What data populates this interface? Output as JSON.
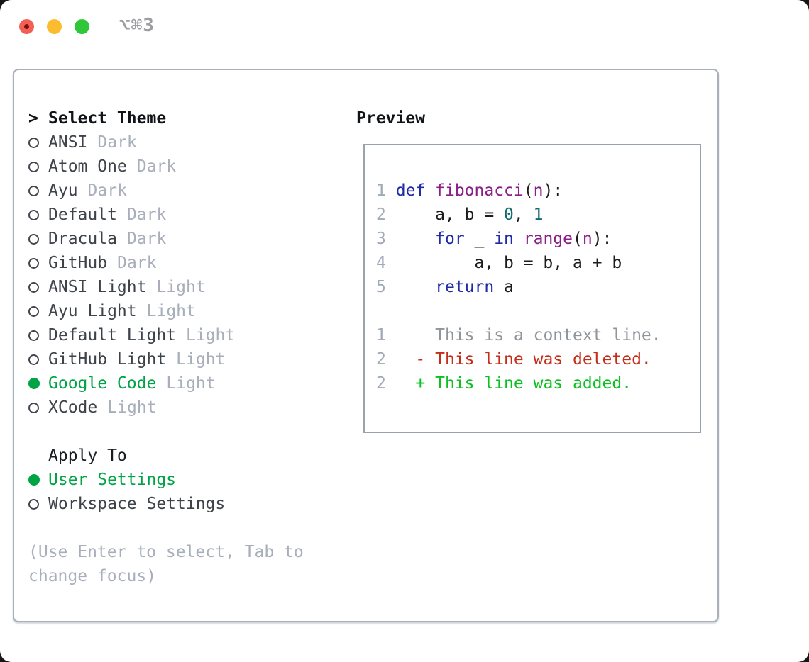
{
  "window": {
    "shortcut": "⌥⌘3",
    "traffic_lights": [
      "close",
      "minimize",
      "maximize"
    ]
  },
  "theme_menu": {
    "prompt": ">",
    "title": "Select Theme",
    "items": [
      {
        "label": "ANSI",
        "variant": "Dark",
        "selected": false
      },
      {
        "label": "Atom One",
        "variant": "Dark",
        "selected": false
      },
      {
        "label": "Ayu",
        "variant": "Dark",
        "selected": false
      },
      {
        "label": "Default",
        "variant": "Dark",
        "selected": false
      },
      {
        "label": "Dracula",
        "variant": "Dark",
        "selected": false
      },
      {
        "label": "GitHub",
        "variant": "Dark",
        "selected": false
      },
      {
        "label": "ANSI Light",
        "variant": "Light",
        "selected": false
      },
      {
        "label": "Ayu Light",
        "variant": "Light",
        "selected": false
      },
      {
        "label": "Default Light",
        "variant": "Light",
        "selected": false
      },
      {
        "label": "GitHub Light",
        "variant": "Light",
        "selected": false
      },
      {
        "label": "Google Code",
        "variant": "Light",
        "selected": true
      },
      {
        "label": "XCode",
        "variant": "Light",
        "selected": false
      }
    ]
  },
  "apply_to": {
    "heading": "Apply To",
    "options": [
      {
        "label": "User Settings",
        "selected": true
      },
      {
        "label": "Workspace Settings",
        "selected": false
      }
    ]
  },
  "hint": {
    "lines": [
      "(Use Enter to select, Tab to",
      "change focus)"
    ]
  },
  "preview": {
    "title": "Preview",
    "code_lines": [
      {
        "num": "1",
        "tokens": [
          [
            "kwd",
            "def"
          ],
          [
            "pln",
            " "
          ],
          [
            "typ",
            "fibonacci"
          ],
          [
            "pln",
            "("
          ],
          [
            "typ",
            "n"
          ],
          [
            "pln",
            "):"
          ]
        ]
      },
      {
        "num": "2",
        "tokens": [
          [
            "pln",
            "    a, b = "
          ],
          [
            "lit",
            "0"
          ],
          [
            "pln",
            ", "
          ],
          [
            "lit",
            "1"
          ]
        ]
      },
      {
        "num": "3",
        "tokens": [
          [
            "pln",
            "    "
          ],
          [
            "kwd",
            "for"
          ],
          [
            "pln",
            " _ "
          ],
          [
            "kwd",
            "in"
          ],
          [
            "pln",
            " "
          ],
          [
            "typ",
            "range"
          ],
          [
            "pln",
            "("
          ],
          [
            "typ",
            "n"
          ],
          [
            "pln",
            "):"
          ]
        ]
      },
      {
        "num": "4",
        "tokens": [
          [
            "pln",
            "        a, b = b, a + b"
          ]
        ]
      },
      {
        "num": "5",
        "tokens": [
          [
            "pln",
            "    "
          ],
          [
            "kwd",
            "return"
          ],
          [
            "pln",
            " a"
          ]
        ]
      }
    ],
    "diff_lines": [
      {
        "num": "1",
        "marker": " ",
        "text": "This is a context line.",
        "type": "ctx"
      },
      {
        "num": "2",
        "marker": "-",
        "text": "This line was deleted.",
        "type": "del"
      },
      {
        "num": "2",
        "marker": "+",
        "text": "This line was added.",
        "type": "add"
      }
    ]
  },
  "colors": {
    "accent_green": "#00a445",
    "muted_gray": "#a8afba",
    "line_number": "#a0a9b6",
    "syntax_keyword": "#1f2aa6",
    "syntax_type": "#8a1d87",
    "syntax_literal": "#0f6a6b",
    "syntax_plain": "#1c1c1c",
    "diff_context": "#8e959b",
    "diff_deleted": "#c42d18",
    "diff_added": "#0bc11f"
  }
}
